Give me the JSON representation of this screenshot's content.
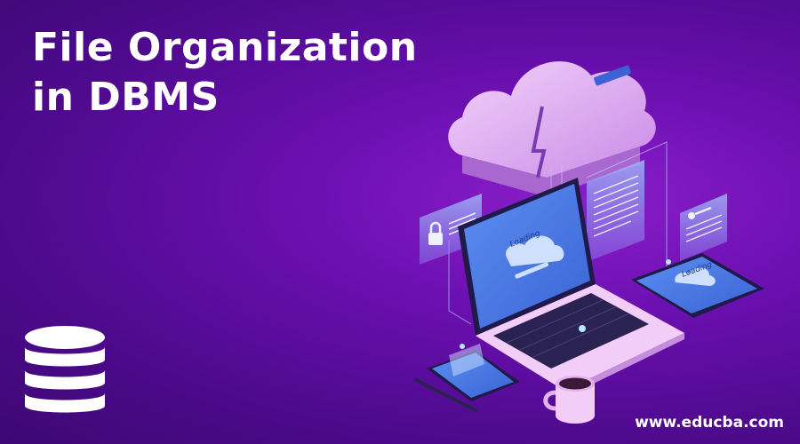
{
  "banner": {
    "title_line1": "File Organization",
    "title_line2": "in DBMS",
    "website": "www.educba.com",
    "laptop_screen_text": "Loading",
    "tablet_screen_text": "Loading",
    "colors": {
      "background_dark": "#3c0873",
      "background_mid": "#6a0fb0",
      "background_light": "#8a1ec9",
      "cloud": "#e6b4f5",
      "screen_blue": "#4a7fe8",
      "laptop_body": "#f0c8f5",
      "title_text": "#ffffff"
    },
    "icons": [
      "database-icon",
      "cloud-icon",
      "padlock-icon",
      "key-icon",
      "laptop-icon",
      "tablet-icon",
      "phone-icon",
      "coffee-mug-icon",
      "pen-icon"
    ]
  }
}
